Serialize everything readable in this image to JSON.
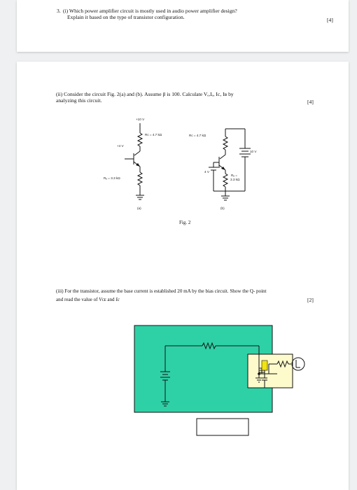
{
  "q3": {
    "number": "3.",
    "part_i_line1": "(i) Which power amplifier circuit is mostly used in audio power amplifier design?",
    "part_i_line2": "Explain it based on the type of transistor configuration.",
    "part_i_marks": "[4]"
  },
  "part_ii": {
    "line1": "(ii) Consider the circuit Fig. 2(a) and (b). Assume β is 100. Calculate Vₑ,Iₑ, Ic, Iʙ by",
    "line2": "analyzing this circuit.",
    "marks": "[4]"
  },
  "fig2": {
    "a_vcc": "+10 V",
    "a_vb": "+4 V",
    "a_rc": "Rᴄ = 4.7 kΩ",
    "a_re": "Rₑ = 3.3 kΩ",
    "a_caption": "(a)",
    "b_rc": "Rᴄ = 4.7 kΩ",
    "b_vcc": "10 V",
    "b_vb": "4 V",
    "b_re_label": "Rₑ =",
    "b_re_value": "3.3 kΩ",
    "b_caption": "(b)",
    "caption": "Fig. 2"
  },
  "part_iii": {
    "line1": "(iii) For the transistor, assume the base current is established 20 mA by the bias circuit. Show the Q- point",
    "line2_prefix": "and read the value of ",
    "vce": "Vᴄᴇ",
    "line2_mid": " and ",
    "ic": "Ic",
    "marks": "[2]"
  },
  "colors": {
    "green_box": "#2ed1a6",
    "yellow_box": "#fdfbcc",
    "highlight": "#f2e312"
  }
}
